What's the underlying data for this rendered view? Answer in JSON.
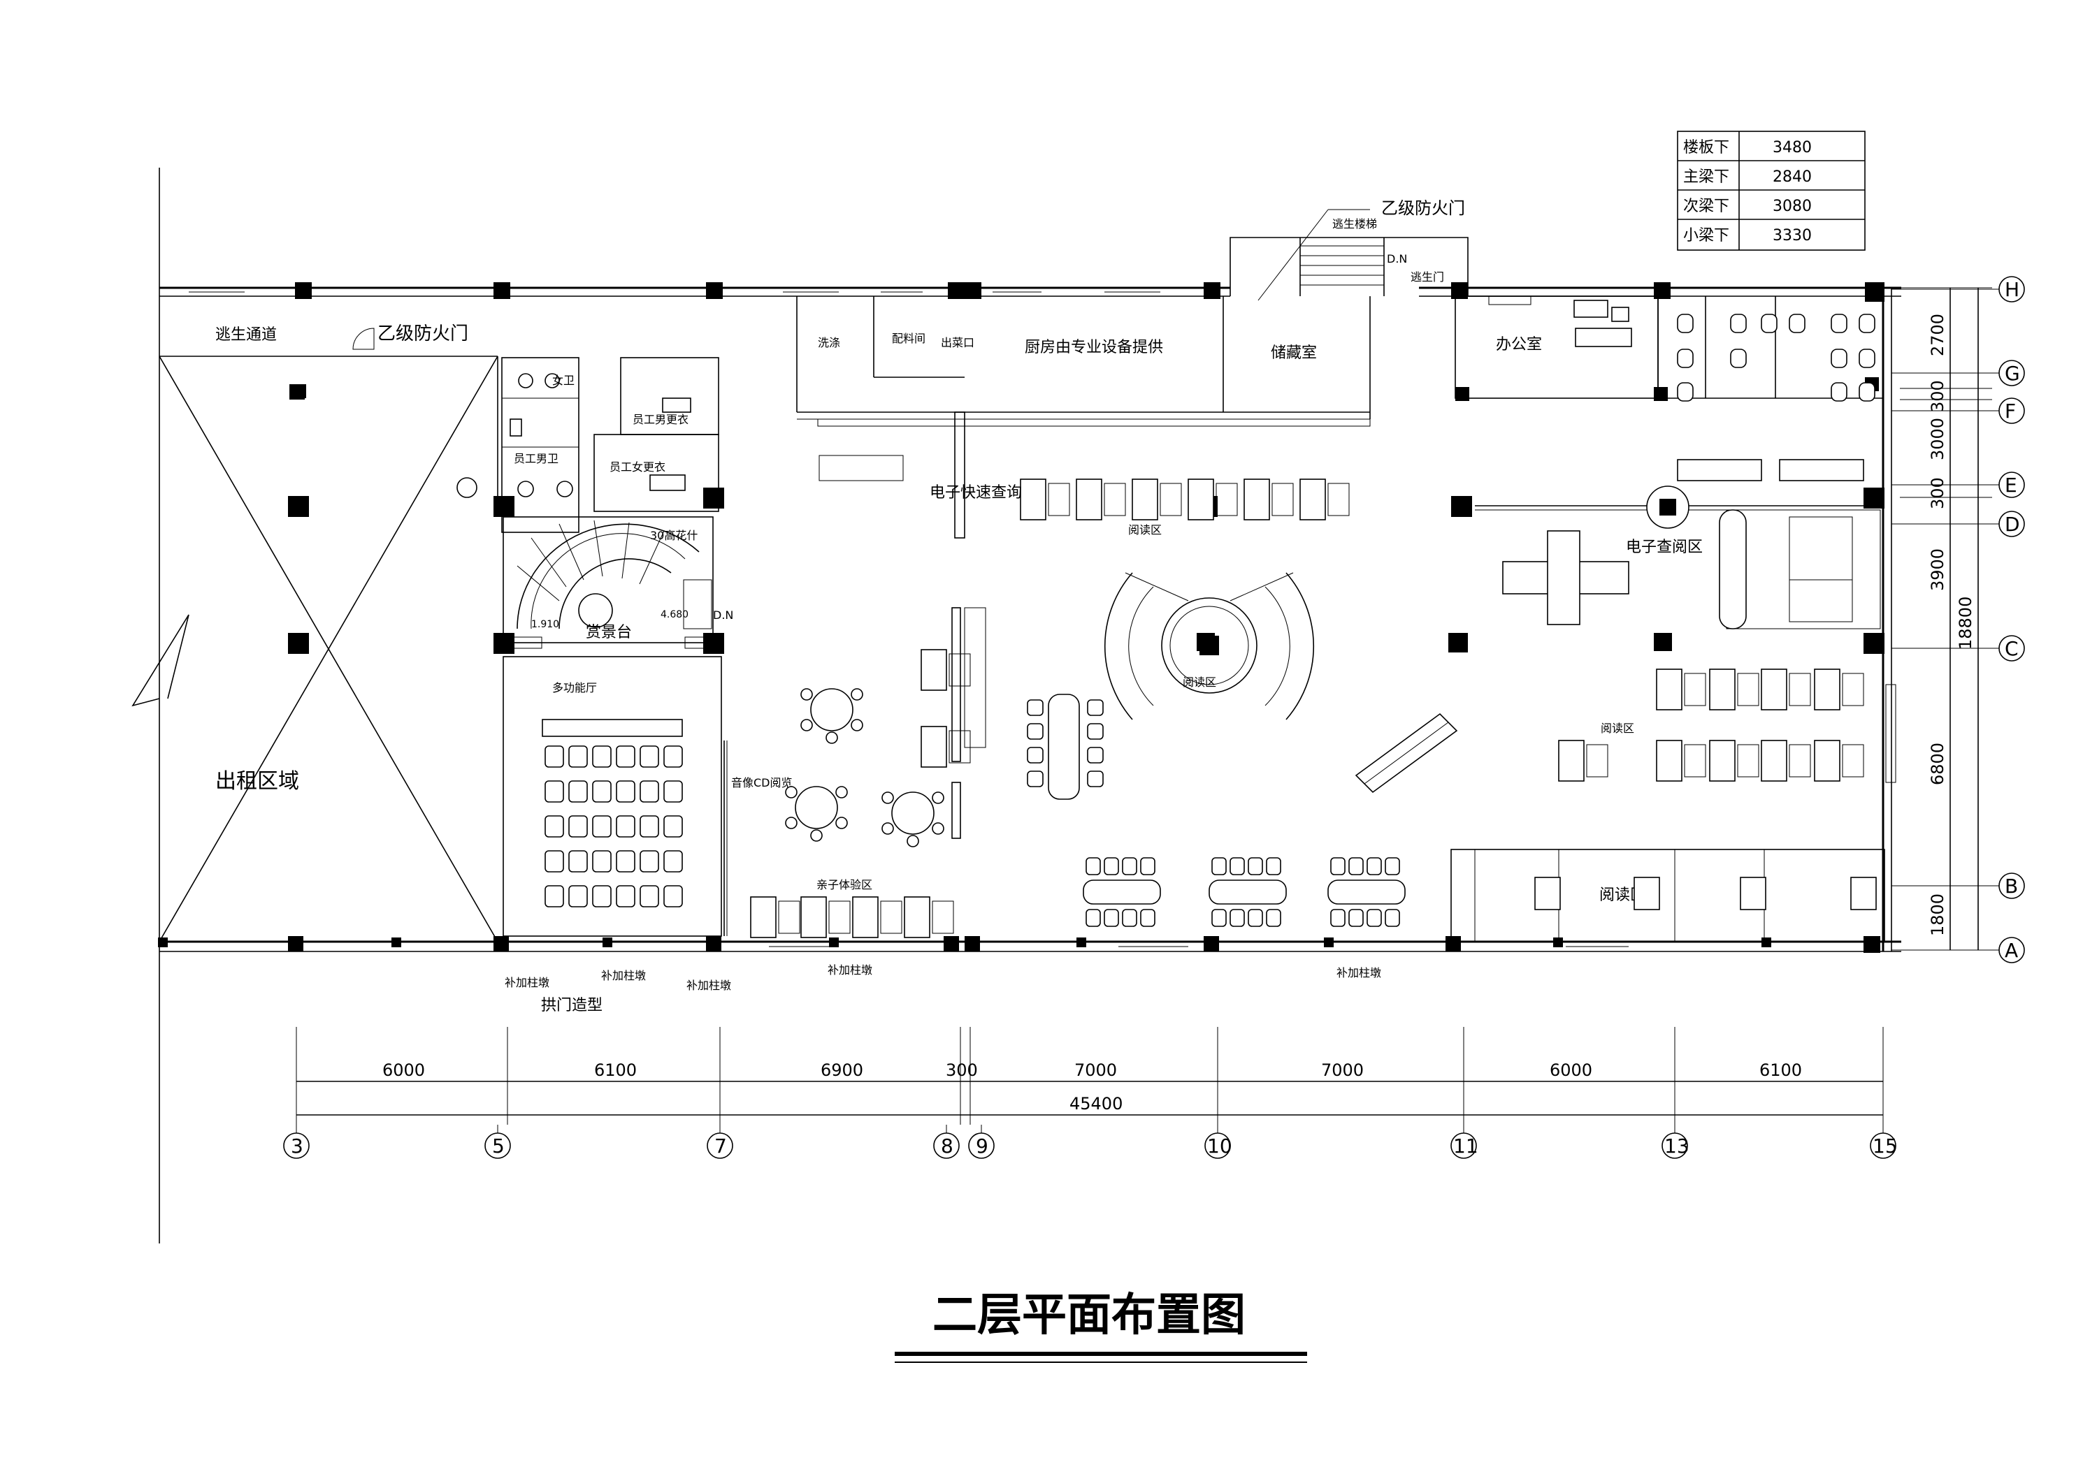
{
  "title": "二层平面布置图",
  "height_table": [
    {
      "label": "楼板下",
      "value": "3480"
    },
    {
      "label": "主梁下",
      "value": "2840"
    },
    {
      "label": "次梁下",
      "value": "3080"
    },
    {
      "label": "小梁下",
      "value": "3330"
    }
  ],
  "rooms": {
    "escape_passage": "逃生通道",
    "fire_door_a": "乙级防火门",
    "fire_door_b": "乙级防火门",
    "escape_stair": "逃生楼梯",
    "escape_door": "逃生门",
    "dn_top": "D.N",
    "dn_stair": "D.N",
    "female_wc": "女卫",
    "male_wc": "员工男卫",
    "staff_male_locker": "员工男更衣",
    "staff_female_locker": "员工女更衣",
    "washing": "洗涤",
    "prep_room": "配料间",
    "serving": "出菜口",
    "kitchen_note": "厨房由专业设备提供",
    "storage": "储藏室",
    "office": "办公室",
    "rental_area": "出租区域",
    "flower_note": "30高花什",
    "viewing_platform": "赏景台",
    "stair_lvl_1": "4.680",
    "stair_lvl_2": "1.910",
    "multi_hall": "多功能厅",
    "e_query": "电子快速查询",
    "reading_area_1": "阅读区",
    "reading_area_2": "阅读区",
    "reading_area_3": "阅读区",
    "reading_area_4": "阅读区",
    "e_reading": "电子查阅区",
    "audio_cd": "音像CD阅览",
    "experience": "亲子体验区",
    "column_add_1": "补加柱墩",
    "column_add_2": "补加柱墩",
    "column_add_3": "补加柱墩",
    "column_add_4": "补加柱墩",
    "column_add_5": "补加柱墩",
    "arch_door": "拱门造型"
  },
  "dimensions": {
    "bottom": [
      "6000",
      "6100",
      "6900",
      "300",
      "7000",
      "7000",
      "6000",
      "6100"
    ],
    "bottom_total": "45400",
    "right": [
      "2700",
      "300",
      "3000",
      "300",
      "3900",
      "6800",
      "1800"
    ],
    "right_total": "18800"
  },
  "axes_bottom": [
    "3",
    "5",
    "7",
    "8",
    "9",
    "10",
    "11",
    "13",
    "15"
  ],
  "axes_right": [
    "H",
    "G",
    "F",
    "E",
    "D",
    "C",
    "B",
    "A"
  ]
}
